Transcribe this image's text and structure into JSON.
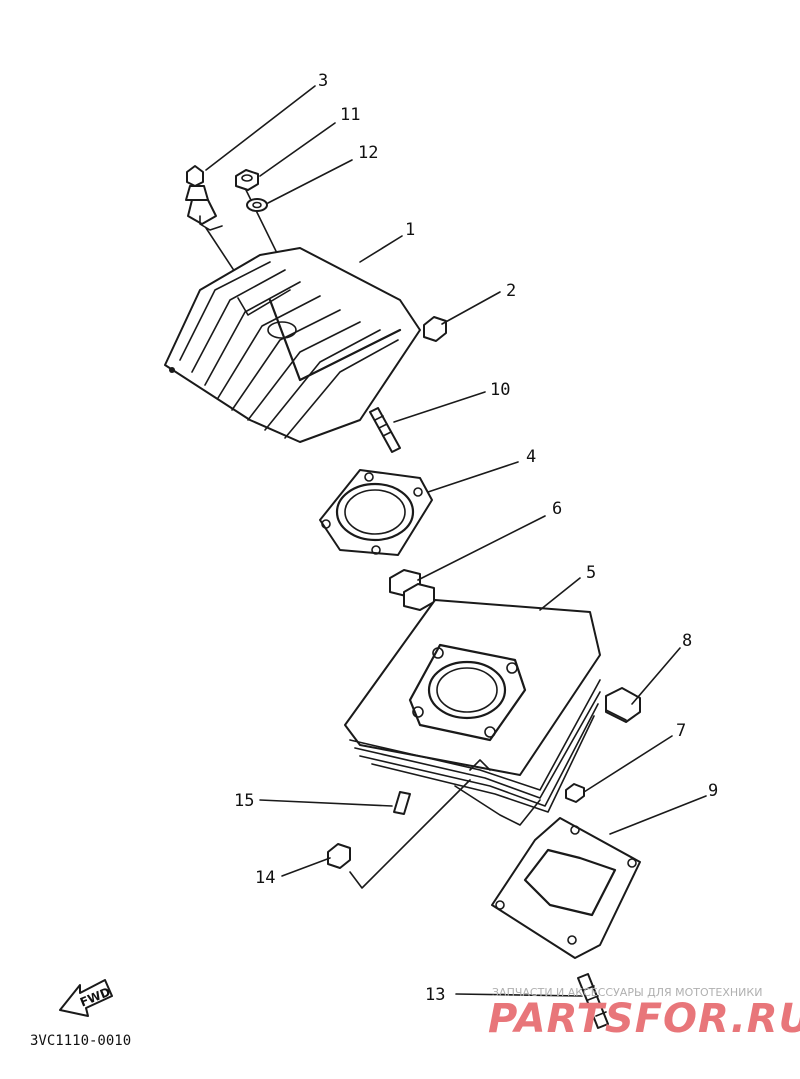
{
  "diagram_code": "3VC1110-0010",
  "fwd_label": "FWD",
  "watermark": {
    "caption": "ЗАПЧАСТИ И АКСЕССУАРЫ ДЛЯ МОТОТЕХНИКИ",
    "brand": "PARTSFOR.RU",
    "brand_color": "#e8767a"
  },
  "callouts": [
    {
      "id": "c1",
      "label": "1"
    },
    {
      "id": "c2",
      "label": "2"
    },
    {
      "id": "c3",
      "label": "3"
    },
    {
      "id": "c4",
      "label": "4"
    },
    {
      "id": "c5",
      "label": "5"
    },
    {
      "id": "c6",
      "label": "6"
    },
    {
      "id": "c7",
      "label": "7"
    },
    {
      "id": "c8",
      "label": "8"
    },
    {
      "id": "c9",
      "label": "9"
    },
    {
      "id": "c10",
      "label": "10"
    },
    {
      "id": "c11",
      "label": "11"
    },
    {
      "id": "c12",
      "label": "12"
    },
    {
      "id": "c13",
      "label": "13"
    },
    {
      "id": "c14",
      "label": "14"
    },
    {
      "id": "c15",
      "label": "15"
    }
  ]
}
